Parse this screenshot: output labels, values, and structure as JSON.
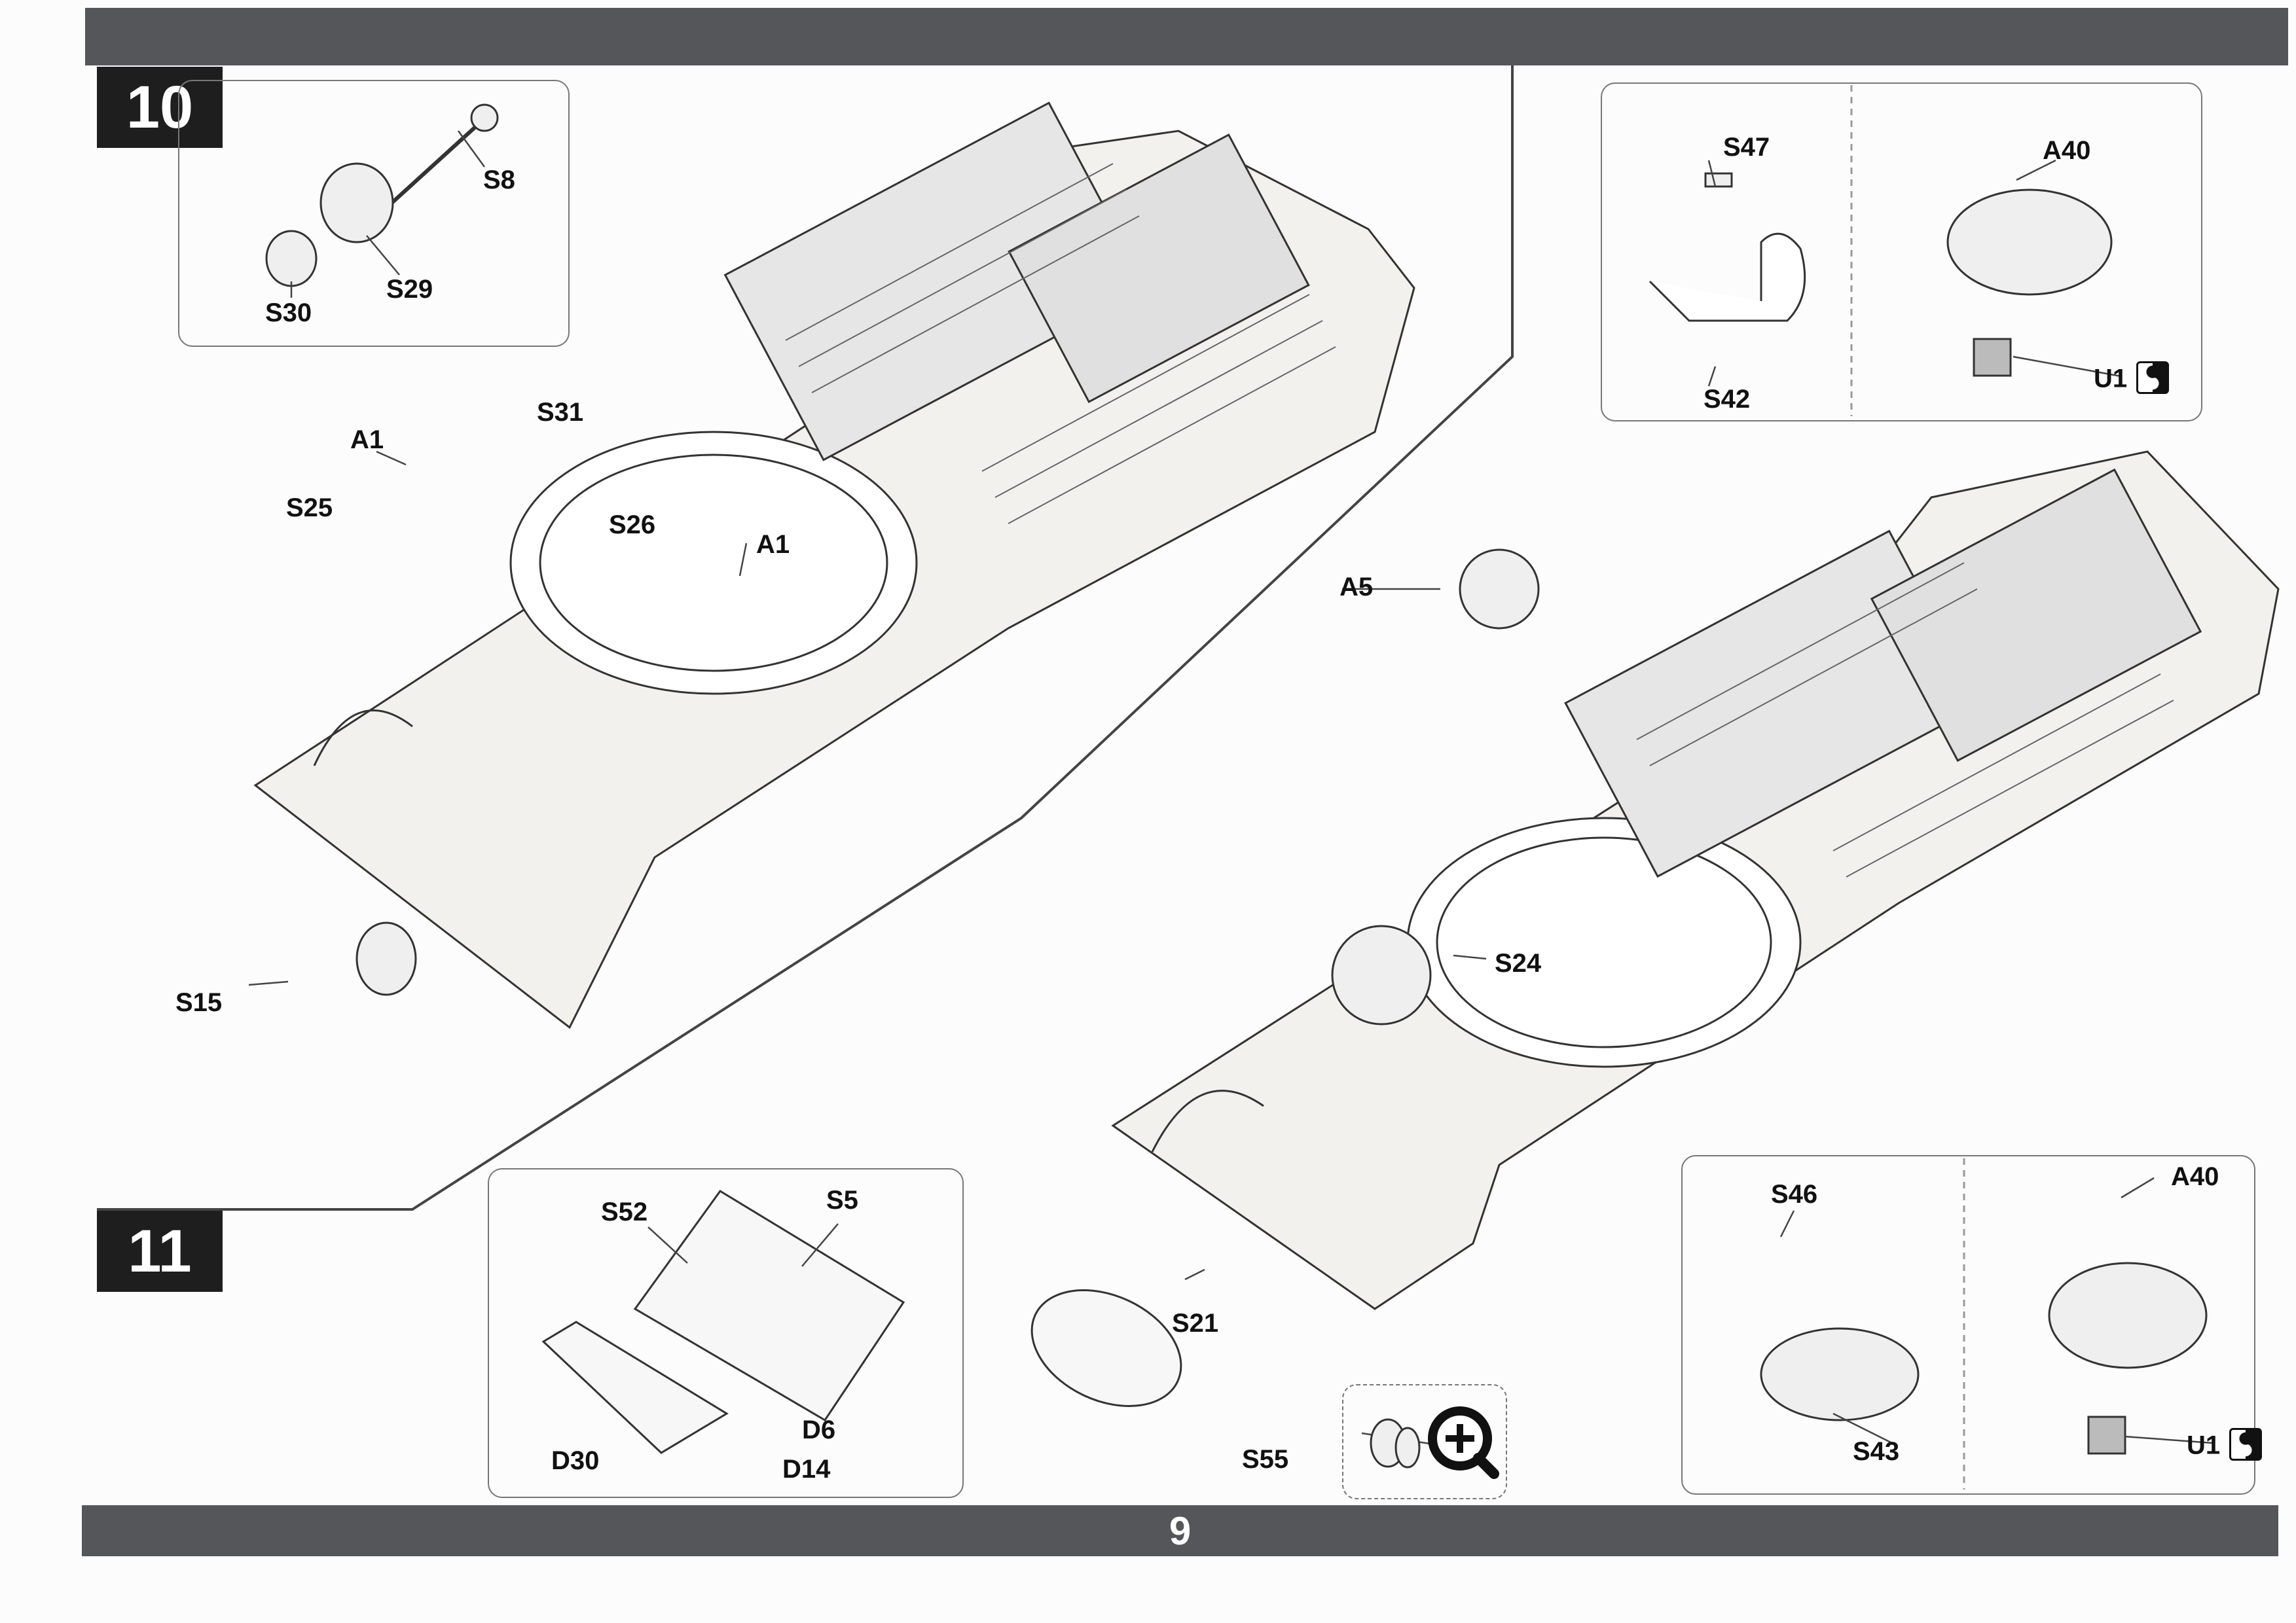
{
  "page_number": "9",
  "steps": [
    {
      "label": "10"
    },
    {
      "label": "11"
    }
  ],
  "callouts": {
    "s8": "S8",
    "s29": "S29",
    "s30": "S30",
    "a1_left": "A1",
    "a1_center": "A1",
    "s25": "S25",
    "s31": "S31",
    "s26": "S26",
    "s15": "S15",
    "s47": "S47",
    "a40_top": "A40",
    "s42": "S42",
    "u1_top": "U1",
    "a5": "A5",
    "s24": "S24",
    "s52": "S52",
    "s5": "S5",
    "d30": "D30",
    "d6": "D6",
    "d14": "D14",
    "s21": "S21",
    "s55": "S55",
    "s46": "S46",
    "a40_bottom": "A40",
    "s43": "S43",
    "u1_bottom": "U1"
  },
  "colors": {
    "bar": "#555659",
    "badge": "#1e1e1e",
    "line": "#555555",
    "part_fill": "#f2f1ee"
  },
  "icons": [
    "zoom-in-icon",
    "cement-icon"
  ]
}
